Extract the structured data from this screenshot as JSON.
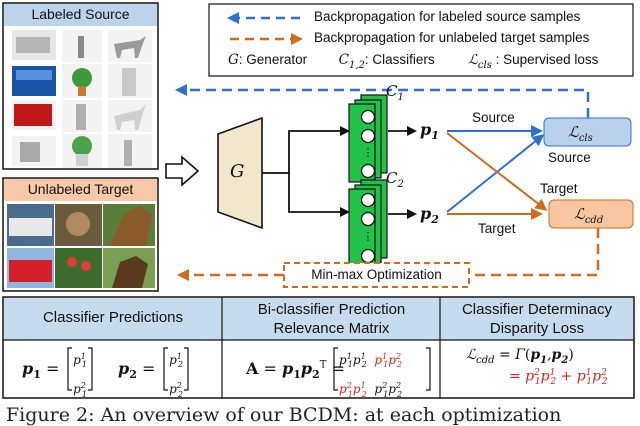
{
  "colors": {
    "source_blue": "#2f6fce",
    "target_orange": "#cf6a1e",
    "source_box_fill": "#bcd3ec",
    "target_box_fill": "#f8c8a8",
    "lcls_fill": "#b9d0ea",
    "lcdd_fill": "#f7c6a1",
    "classifier_green": "#22c24a",
    "generator_fill": "#f2e7cd",
    "highlight_red": "#e02020"
  },
  "labeled_source": {
    "title": "Labeled Source"
  },
  "unlabeled_target": {
    "title": "Unlabeled Target"
  },
  "legend": {
    "blue_line": "Backpropagation for labeled source samples",
    "orange_line": "Backpropagation for unlabeled target samples",
    "def_g_sym": "G",
    "def_g_text": ": Generator",
    "def_c_sym": "C",
    "def_c_sub": "1,2",
    "def_c_text": ": Classifiers",
    "def_l_sym": "ℒ",
    "def_l_sub": "cls",
    "def_l_text": " : Supervised loss"
  },
  "generator": {
    "label": "G"
  },
  "classifiers": [
    {
      "sym": "C",
      "sub": "1",
      "output_sym": "p",
      "output_sub": "1"
    },
    {
      "sym": "C",
      "sub": "2",
      "output_sym": "p",
      "output_sub": "2"
    }
  ],
  "flows": {
    "source_upper": "Source",
    "source_lower": "Source",
    "target_upper": "Target",
    "target_lower": "Target"
  },
  "losses": {
    "cls": {
      "sym": "ℒ",
      "sub": "cls"
    },
    "cdd": {
      "sym": "ℒ",
      "sub": "cdd"
    }
  },
  "minmax": {
    "label": "Min-max Optimization"
  },
  "bottom": {
    "col1_title": "Classifier Predictions",
    "col2_title_line1": "Bi-classifier Prediction",
    "col2_title_line2": "Relevance Matrix",
    "col3_title_line1": "Classifier Determinacy",
    "col3_title_line2": "Disparity Loss",
    "p1_lhs": "p",
    "p1_sub": "1",
    "p2_lhs": "p",
    "p2_sub": "2",
    "eq": "=",
    "matrix_A": "A",
    "cdd_gamma": "Γ",
    "plus": "+"
  },
  "caption": {
    "text": "Figure 2: An overview of our BCDM: at each optimization"
  }
}
